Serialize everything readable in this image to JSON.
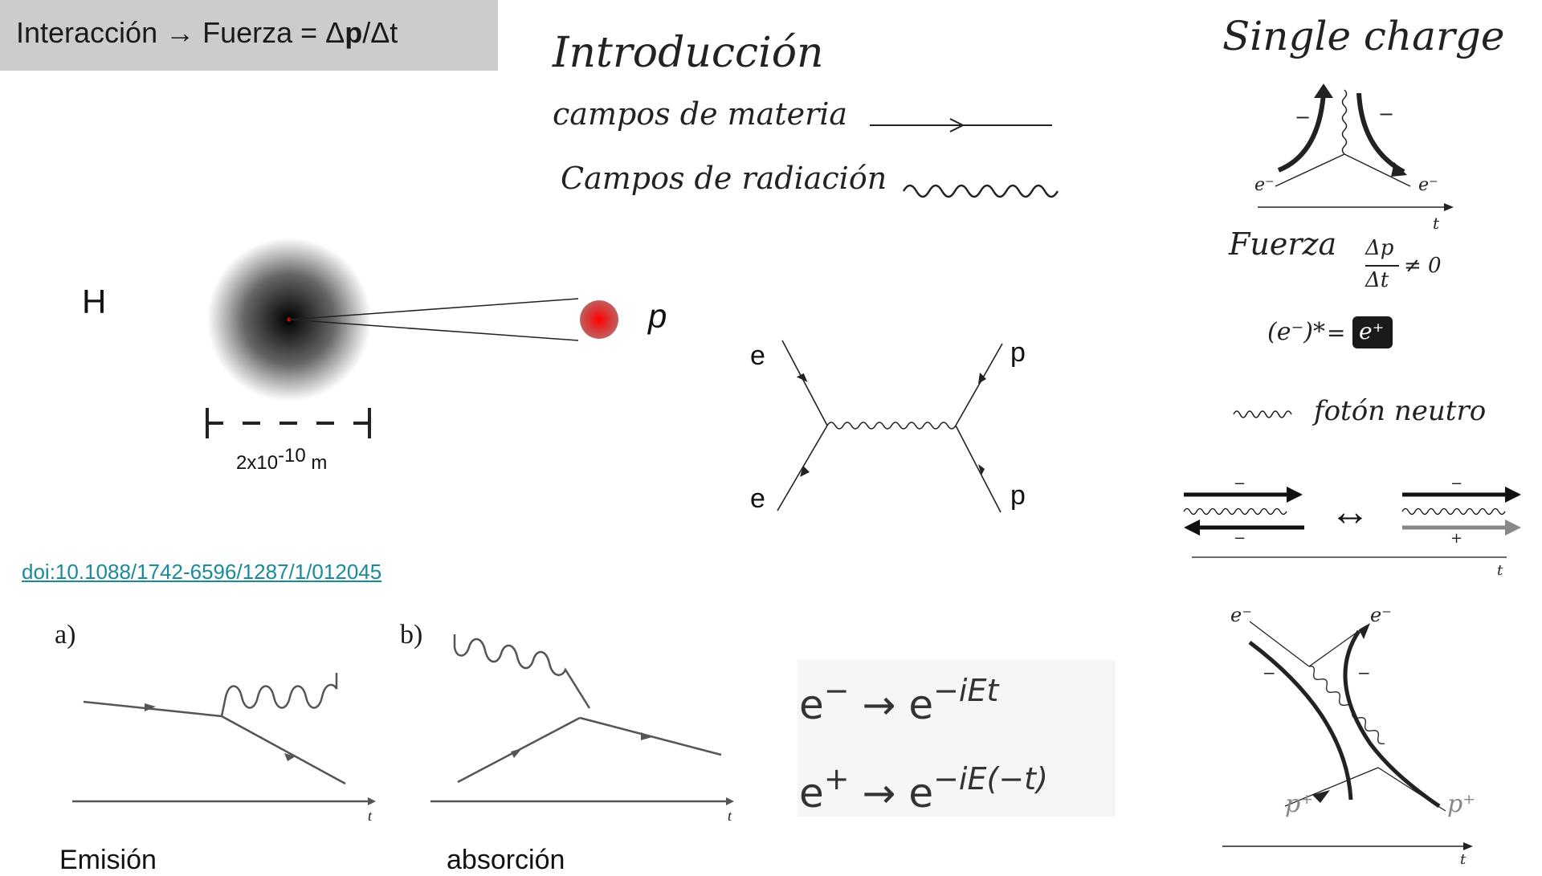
{
  "slide": {
    "title_pre": "Interacción → Fuerza = Δ",
    "title_bold": "p",
    "title_post": "/Δt"
  },
  "notes": {
    "heading": "Introducción",
    "matter_fields": "campos de materia",
    "radiation_fields": "Campos de radiación"
  },
  "atom": {
    "nucleus_label": "H",
    "proton_label": "p",
    "scale_base": "2x10",
    "scale_exp": "-10",
    "scale_unit": "m"
  },
  "feynman": {
    "top_left": "e",
    "bottom_left": "e",
    "top_right": "p",
    "bottom_right": "p"
  },
  "reference": {
    "doi": "doi:10.1088/1742-6596/1287/1/012045"
  },
  "diagrams": {
    "a_label": "a)",
    "b_label": "b)",
    "t_axis": "t",
    "emission": "Emisión",
    "absorption": "absorción"
  },
  "equations": {
    "line1_base": "e",
    "line1_sup": "−",
    "line1_arrow": "→",
    "line1_rhs": "e",
    "line1_exp": "−iEt",
    "line2_base": "e",
    "line2_sup": "+",
    "line2_arrow": "→",
    "line2_rhs": "e",
    "line2_exp": "−iE(−t)"
  },
  "right_panel": {
    "heading": "Single charge",
    "minus": "−",
    "plus": "+",
    "electron": "e⁻",
    "time": "t",
    "force_word": "Fuerza",
    "force_num": "Δp",
    "force_den": "Δt",
    "force_ne": "≠ 0",
    "conj_lhs": "(e⁻)*",
    "conj_eq": "=",
    "positron": "e⁺",
    "photon_note": "fotón neutro",
    "equiv_arrow": "↔",
    "proton": "p⁺"
  }
}
